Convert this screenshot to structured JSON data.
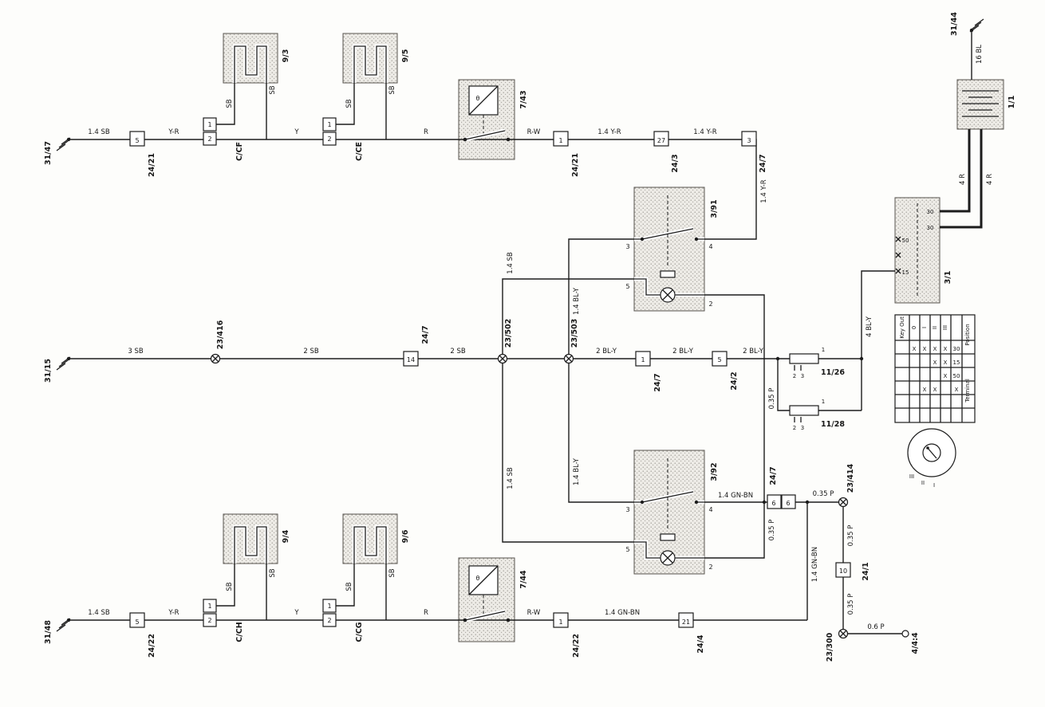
{
  "grounds": {
    "tl": "31/47",
    "ml": "31/15",
    "bl": "31/48",
    "tr": "31/44"
  },
  "heaters": {
    "h1": "9/3",
    "h2": "9/5",
    "h3": "9/4",
    "h4": "9/6"
  },
  "couplers": {
    "ccf": "C/CF",
    "cce": "C/CE",
    "cch": "C/CH",
    "ccg": "C/CG"
  },
  "thermostats": {
    "t1": "7/43",
    "t2": "7/44"
  },
  "switches": {
    "s1": "3/91",
    "s2": "3/92"
  },
  "ignition": {
    "label": "3/1",
    "p30": "30",
    "p15": "15",
    "p50": "50"
  },
  "battery": {
    "label": "1/1"
  },
  "fuses": {
    "f1": "11/26",
    "f2": "11/28",
    "p1": "1",
    "p2": "2",
    "p3": "3"
  },
  "splices": {
    "s416": "23/416",
    "s502": "23/502",
    "s503": "23/503",
    "s414": "23/414",
    "s300": "23/300"
  },
  "terminal": {
    "label": "4/4:4"
  },
  "connectors": {
    "c2421": "24/21",
    "c2422": "24/22",
    "c243": "24/3",
    "c247": "24/7",
    "c242": "24/2",
    "c244": "24/4",
    "c241": "24/1"
  },
  "pins": {
    "p1": "1",
    "p2": "2",
    "p3": "3",
    "p4": "4",
    "p5": "5",
    "p6": "6",
    "p10": "10",
    "p14": "14",
    "p21": "21",
    "p27": "27"
  },
  "wires": {
    "sb14": "1.4 SB",
    "yr": "Y-R",
    "y": "Y",
    "r": "R",
    "rw": "R-W",
    "yr14": "1.4 Y-R",
    "sb3": "3 SB",
    "sb2": "2 SB",
    "sb": "SB",
    "bly2": "2 BL-Y",
    "bly14": "1.4 BL-Y",
    "bly4": "4 BL-Y",
    "p035": "0.35 P",
    "p06": "0.6 P",
    "gnbn14": "1.4 GN-BN",
    "bl16": "16 BL",
    "r4": "4 R"
  },
  "table": {
    "key_out": "Key Out",
    "position": "Position",
    "terminal": "Terminal",
    "positions": [
      "0",
      "I",
      "II",
      "III"
    ],
    "terminals": [
      "30",
      "15",
      "50",
      "X"
    ],
    "mark": "X"
  },
  "key_positions": [
    "III",
    "II",
    "I"
  ],
  "sym": {
    "theta": "θ"
  }
}
